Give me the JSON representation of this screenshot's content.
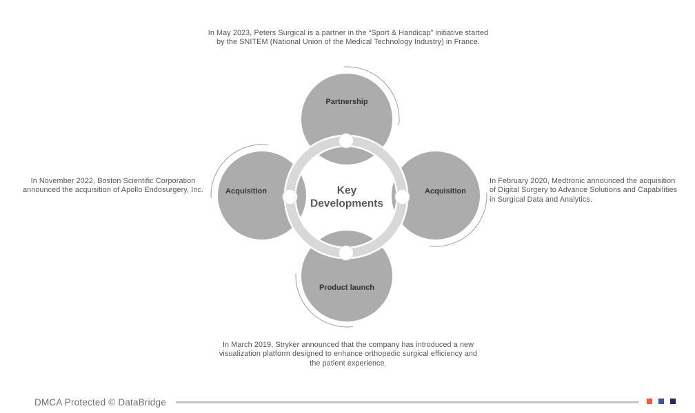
{
  "diagram": {
    "center_title_lines": [
      "Key",
      "Developments"
    ],
    "nodes": [
      {
        "position": "top",
        "label": "Partnership"
      },
      {
        "position": "left",
        "label": "Acquisition"
      },
      {
        "position": "right",
        "label": "Acquisition"
      },
      {
        "position": "bottom",
        "label": "Product launch"
      }
    ],
    "colors": {
      "satellite_circle": "#acacac",
      "ring": "#d8d8d8",
      "ring_edge": "#ffffff",
      "connector_node": "#ffffff",
      "decorative_arc": "#9c9c9c",
      "center_text": "#58595b",
      "label_text": "#333333",
      "annotation_text": "#55565a"
    }
  },
  "annotations": {
    "top": {
      "lines": [
        "In May 2023, Peters Surgical is a partner in the “Sport & Handicap” initiative started",
        "by the SNITEM (National Union of the Medical Technology Industry) in France."
      ]
    },
    "left": {
      "lines": [
        "In November 2022, Boston Scientific Corporation",
        "announced the acquisition of Apollo Endosurgery, Inc."
      ]
    },
    "right": {
      "lines": [
        "In February 2020, Medtronic announced the acquisition",
        "of Digital Surgery to Advance Solutions and Capabilities",
        "in Surgical Data and Analytics."
      ]
    },
    "bottom": {
      "lines": [
        "In March 2019, Stryker announced that the company has introduced a new",
        "visualization platform designed to enhance orthopedic surgical efficiency and",
        "the patient experience."
      ]
    }
  },
  "footer": {
    "dmca_text": "DMCA Protected © DataBridge",
    "divider_color": "#c3c3c3",
    "brand_squares": [
      "#f15b40",
      "#3c53a4",
      "#27275f"
    ]
  }
}
